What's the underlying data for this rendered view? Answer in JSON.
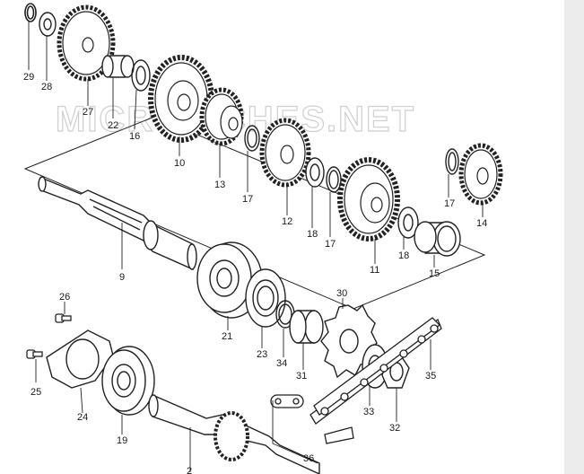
{
  "watermark": "MICROFICHES.NET",
  "parts": [
    {
      "id": "p29",
      "label": "29"
    },
    {
      "id": "p28",
      "label": "28"
    },
    {
      "id": "p27",
      "label": "27"
    },
    {
      "id": "p22",
      "label": "22"
    },
    {
      "id": "p16",
      "label": "16"
    },
    {
      "id": "p10",
      "label": "10"
    },
    {
      "id": "p13",
      "label": "13"
    },
    {
      "id": "p17a",
      "label": "17"
    },
    {
      "id": "p12",
      "label": "12"
    },
    {
      "id": "p18a",
      "label": "18"
    },
    {
      "id": "p17b",
      "label": "17"
    },
    {
      "id": "p11",
      "label": "11"
    },
    {
      "id": "p18b",
      "label": "18"
    },
    {
      "id": "p15",
      "label": "15"
    },
    {
      "id": "p17c",
      "label": "17"
    },
    {
      "id": "p14",
      "label": "14"
    },
    {
      "id": "p9",
      "label": "9"
    },
    {
      "id": "p21",
      "label": "21"
    },
    {
      "id": "p23",
      "label": "23"
    },
    {
      "id": "p34",
      "label": "34"
    },
    {
      "id": "p30",
      "label": "30"
    },
    {
      "id": "p31",
      "label": "31"
    },
    {
      "id": "p33",
      "label": "33"
    },
    {
      "id": "p35",
      "label": "35"
    },
    {
      "id": "p32",
      "label": "32"
    },
    {
      "id": "p26",
      "label": "26"
    },
    {
      "id": "p25",
      "label": "25"
    },
    {
      "id": "p24",
      "label": "24"
    },
    {
      "id": "p19",
      "label": "19"
    },
    {
      "id": "p36",
      "label": "36"
    },
    {
      "id": "p2",
      "label": "2"
    }
  ]
}
